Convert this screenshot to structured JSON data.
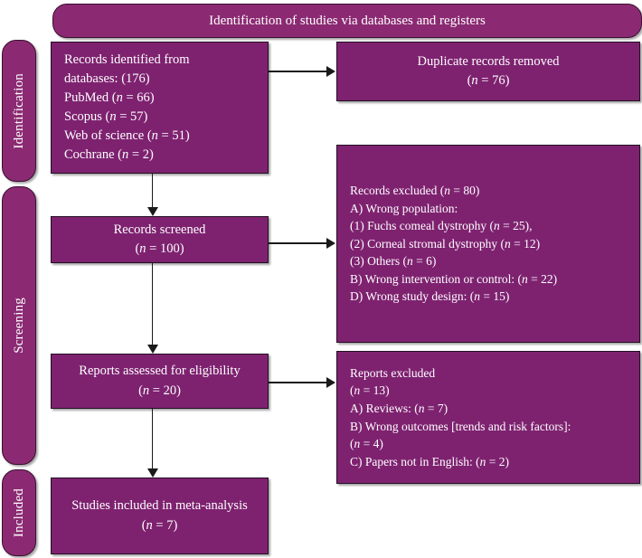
{
  "diagram": {
    "title": "Identification of studies via databases and registers",
    "accent_color": "#8B2A72",
    "box_color": "#7E2270",
    "text_color": "#FFFFFF",
    "border_color": "#231022"
  },
  "phases": [
    {
      "label": "Identification"
    },
    {
      "label": "Screening"
    },
    {
      "label": "Included"
    }
  ],
  "boxes": {
    "records_identified": {
      "lines": [
        "Records identified from",
        "databases: (176)",
        "PubMed (n = 66)",
        "Scopus (n = 57)",
        "Web of science (n = 51)",
        "Cochrane (n = 2)"
      ]
    },
    "duplicates_removed": {
      "lines": [
        "Duplicate records removed",
        "(n = 76)"
      ]
    },
    "records_screened": {
      "lines": [
        "Records screened",
        "(n = 100)"
      ]
    },
    "records_excluded": {
      "lines": [
        "Records excluded (n = 80)",
        "A) Wrong population:",
        "(1) Fuchs comeal dystrophy (n = 25),",
        "(2) Corneal stromal dystrophy (n = 12)",
        "(3) Others (n = 6)",
        "B) Wrong intervention or control: (n = 22)",
        "D) Wrong study design: (n = 15)"
      ]
    },
    "reports_assessed": {
      "lines": [
        "Reports assessed for eligibility",
        "(n = 20)"
      ]
    },
    "reports_excluded": {
      "lines": [
        "Reports excluded",
        "(n = 13)",
        "A) Reviews: (n = 7)",
        "B) Wrong outcomes [trends and risk factors]:",
        "(n = 4)",
        "C) Papers not in English: (n = 2)"
      ]
    },
    "studies_included": {
      "lines": [
        "Studies included in meta-analysis",
        "(n = 7)"
      ]
    }
  }
}
